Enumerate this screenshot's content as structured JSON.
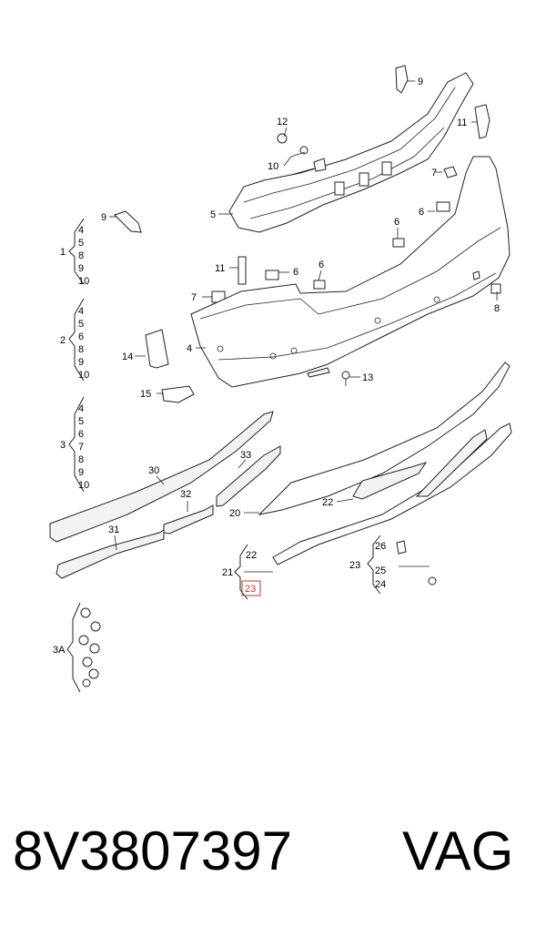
{
  "diagram": {
    "callouts": {
      "c12": "12",
      "c9a": "9",
      "c11a": "11",
      "c10": "10",
      "c7a": "7",
      "c5": "5",
      "c6a": "6",
      "c6b": "6",
      "c9b": "9",
      "c11b": "11",
      "c6c": "6",
      "c6d": "6",
      "c7b": "7",
      "c8": "8",
      "c4": "4",
      "c14": "14",
      "c13": "13",
      "c15": "15",
      "c30": "30",
      "c33": "33",
      "c32": "32",
      "c31": "31",
      "c20": "20",
      "c22": "22",
      "c26": "26",
      "c25": "25",
      "c24": "24",
      "c23": "23",
      "c21": "21"
    },
    "groups": [
      {
        "label": "1",
        "items": [
          "4",
          "5",
          "8",
          "9",
          "10"
        ]
      },
      {
        "label": "2",
        "items": [
          "4",
          "5",
          "6",
          "8",
          "9",
          "10"
        ]
      },
      {
        "label": "3",
        "items": [
          "4",
          "5",
          "6",
          "7",
          "8",
          "9",
          "10"
        ]
      },
      {
        "label": "3A",
        "items": []
      }
    ],
    "group21": {
      "label": "21",
      "items": [
        "22",
        "23"
      ],
      "highlighted": "23"
    },
    "highlight_color": "#c0392b"
  },
  "footer": {
    "part_number": "8V3807397",
    "brand": "VAG"
  }
}
